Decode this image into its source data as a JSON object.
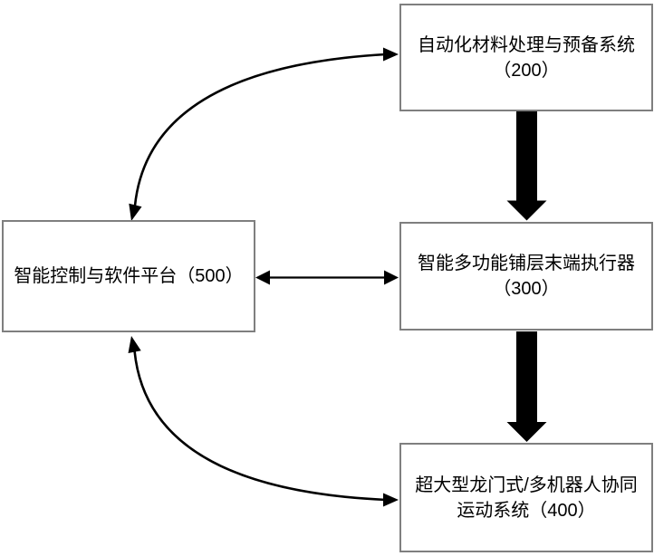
{
  "colors": {
    "background": "#ffffff",
    "box_border": "#7f7f7f",
    "arrow": "#000000",
    "text": "#000000"
  },
  "nodes": [
    {
      "id": "200",
      "lines": [
        "自动化材料处理与预备系统",
        "（200）"
      ]
    },
    {
      "id": "300",
      "lines": [
        "智能多功能铺层末端执行器",
        "（300）"
      ]
    },
    {
      "id": "500",
      "lines": [
        "智能控制与软件平台（500）"
      ]
    },
    {
      "id": "400",
      "lines": [
        "超大型龙门式/多机器人协同",
        "运动系统（400）"
      ]
    }
  ],
  "edges": [
    {
      "from": "500",
      "to": "200",
      "style": "curved",
      "bidirectional": true
    },
    {
      "from": "200",
      "to": "300",
      "style": "thick-block",
      "bidirectional": false
    },
    {
      "from": "500",
      "to": "300",
      "style": "straight",
      "bidirectional": true
    },
    {
      "from": "300",
      "to": "400",
      "style": "thick-block",
      "bidirectional": false
    },
    {
      "from": "500",
      "to": "400",
      "style": "curved",
      "bidirectional": true
    }
  ]
}
